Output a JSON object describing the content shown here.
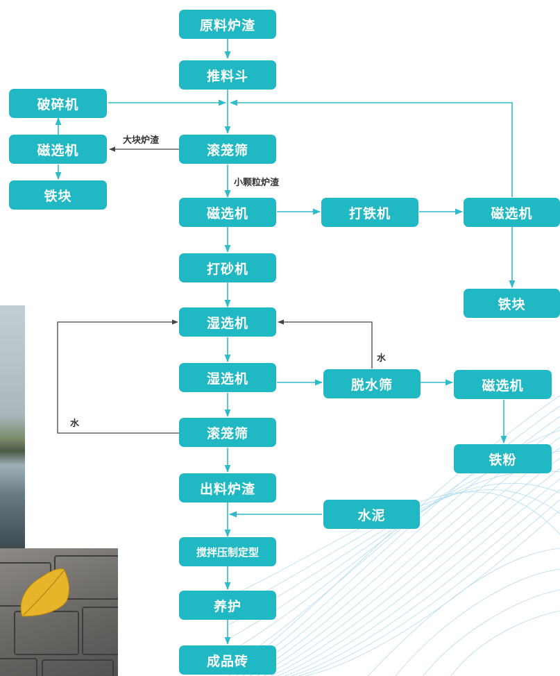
{
  "colors": {
    "node": "#1fb8c3",
    "arrow_teal": "#2fbcc6",
    "arrow_dark": "#444444",
    "wave": "#9fd3ea"
  },
  "nodes": {
    "raw_slag": "原料炉渣",
    "hopper": "推料斗",
    "crusher": "破碎机",
    "mag_sep_left": "磁选机",
    "iron_block_left": "铁块",
    "trommel_1": "滚笼筛",
    "mag_sep_main": "磁选机",
    "iron_beater": "打铁机",
    "mag_sep_right": "磁选机",
    "iron_block_right": "铁块",
    "sander": "打砂机",
    "wet_sep_1": "湿选机",
    "wet_sep_2": "湿选机",
    "dewater_screen": "脱水筛",
    "mag_sep_powder": "磁选机",
    "iron_powder": "铁粉",
    "trommel_2": "滚笼筛",
    "output_slag": "出料炉渣",
    "cement": "水泥",
    "mix_press": "搅拌压制定型",
    "curing": "养护",
    "finished_brick": "成品砖"
  },
  "labels": {
    "large_slag": "大块炉渣",
    "small_slag": "小颗粒炉渣",
    "water_right": "水",
    "water_left": "水"
  }
}
